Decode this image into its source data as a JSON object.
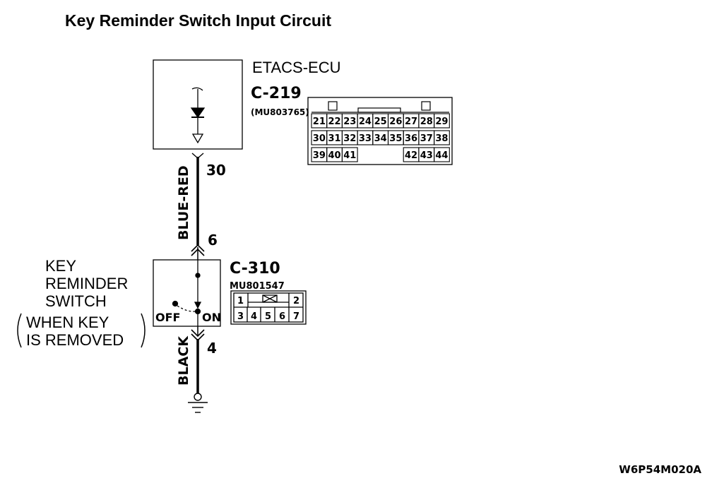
{
  "title": "Key Reminder Switch Input Circuit",
  "ecu": {
    "name": "ETACS-ECU",
    "connector": "C-219",
    "part_number": "(MU803765)",
    "pins_row1": [
      "21",
      "22",
      "23",
      "24",
      "25",
      "26",
      "27",
      "28",
      "29"
    ],
    "pins_row2": [
      "30",
      "31",
      "32",
      "33",
      "34",
      "35",
      "36",
      "37",
      "38"
    ],
    "pins_row3_left": [
      "39",
      "40",
      "41"
    ],
    "pins_row3_right": [
      "42",
      "43",
      "44"
    ]
  },
  "wires": {
    "upper_pin": "30",
    "upper_color": "BLUE-RED",
    "middle_pin": "6",
    "lower_pin": "4",
    "lower_color": "BLACK"
  },
  "switch": {
    "name_line1": "KEY",
    "name_line2": "REMINDER",
    "name_line3": "SWITCH",
    "state_line1": "WHEN KEY",
    "state_line2": "IS REMOVED",
    "off_label": "OFF",
    "on_label": "ON",
    "connector": "C-310",
    "part_number": "MU801547",
    "pins_row1": [
      "1",
      "2"
    ],
    "pins_row2": [
      "3",
      "4",
      "5",
      "6",
      "7"
    ]
  },
  "figure_code": "W6P54M020A"
}
